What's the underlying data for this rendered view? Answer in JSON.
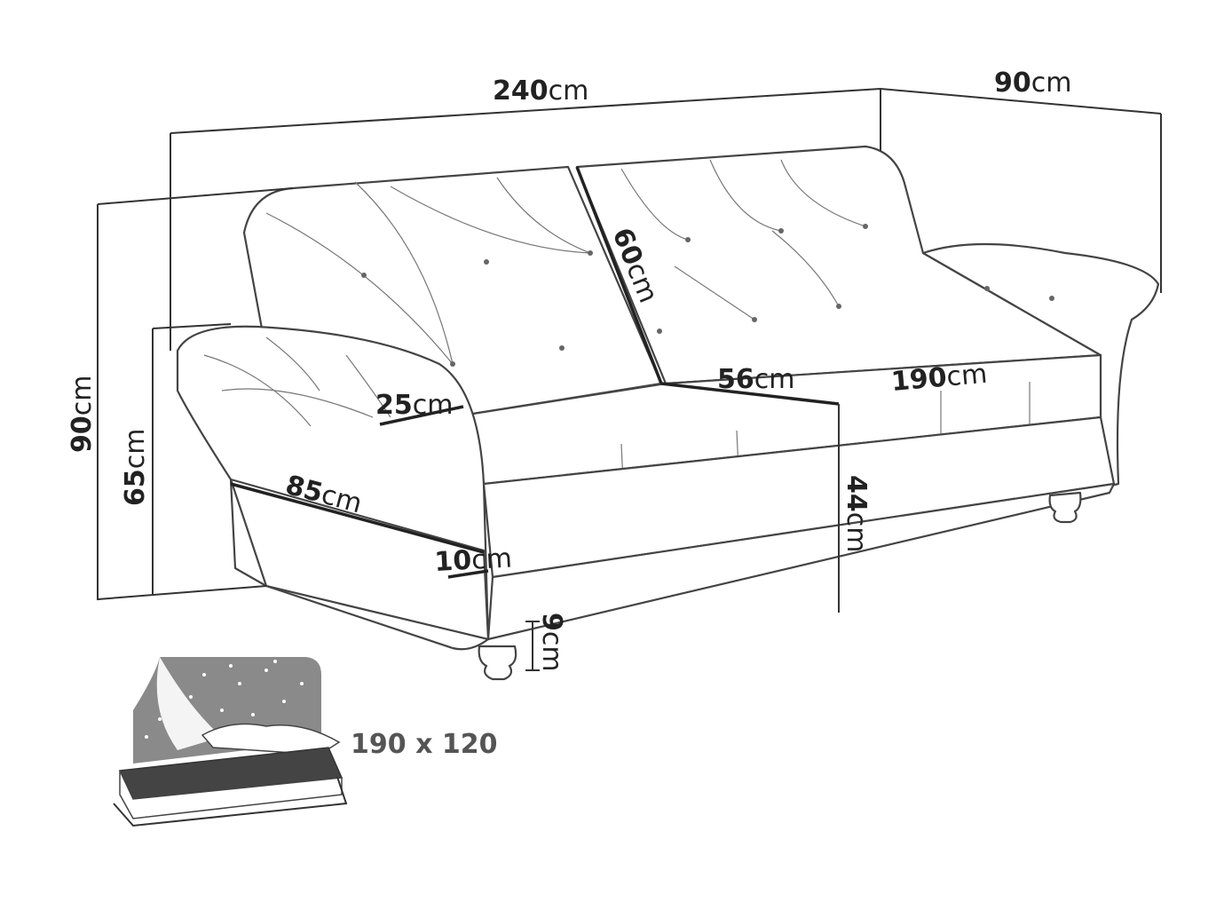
{
  "dimensions": {
    "width": {
      "value": "240",
      "unit": "cm"
    },
    "depth": {
      "value": "90",
      "unit": "cm"
    },
    "height": {
      "value": "90",
      "unit": "cm"
    },
    "armrest_height": {
      "value": "65",
      "unit": "cm"
    },
    "backrest_height": {
      "value": "60",
      "unit": "cm"
    },
    "armrest_width": {
      "value": "25",
      "unit": "cm"
    },
    "seat_depth": {
      "value": "56",
      "unit": "cm"
    },
    "seat_width": {
      "value": "190",
      "unit": "cm"
    },
    "armrest_depth": {
      "value": "85",
      "unit": "cm"
    },
    "base_height": {
      "value": "10",
      "unit": "cm"
    },
    "seat_height": {
      "value": "44",
      "unit": "cm"
    },
    "leg_height": {
      "value": "9",
      "unit": "cm"
    }
  },
  "sleeping_area": "190 x 120"
}
